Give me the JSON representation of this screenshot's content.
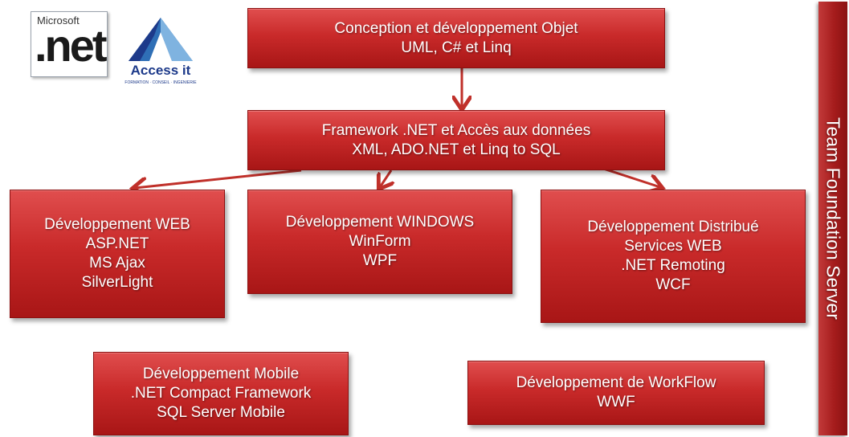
{
  "logos": {
    "dotnet": {
      "brand": "Microsoft",
      "mark": ".net"
    },
    "access_it": {
      "name": "Access it",
      "tagline": "FORMATION · CONSEIL · INGENIERIE"
    }
  },
  "colors": {
    "box": "#c92a2a",
    "arrow": "#c0302a"
  },
  "boxes": {
    "objet": [
      "Conception et développement Objet",
      "UML, C# et Linq"
    ],
    "framework": [
      "Framework .NET et Accès aux données",
      "XML, ADO.NET et Linq to SQL"
    ],
    "web": [
      "Développement WEB",
      "ASP.NET",
      "MS Ajax",
      "SilverLight"
    ],
    "windows": [
      "Développement WINDOWS",
      "WinForm",
      "WPF"
    ],
    "distribue": [
      "Développement Distribué",
      "Services WEB",
      ".NET Remoting",
      "WCF"
    ],
    "mobile": [
      "Développement Mobile",
      ".NET Compact Framework",
      "SQL Server Mobile"
    ],
    "workflow": [
      "Développement de WorkFlow",
      "WWF"
    ]
  },
  "sidebar": {
    "label": "Team Foundation Server"
  }
}
